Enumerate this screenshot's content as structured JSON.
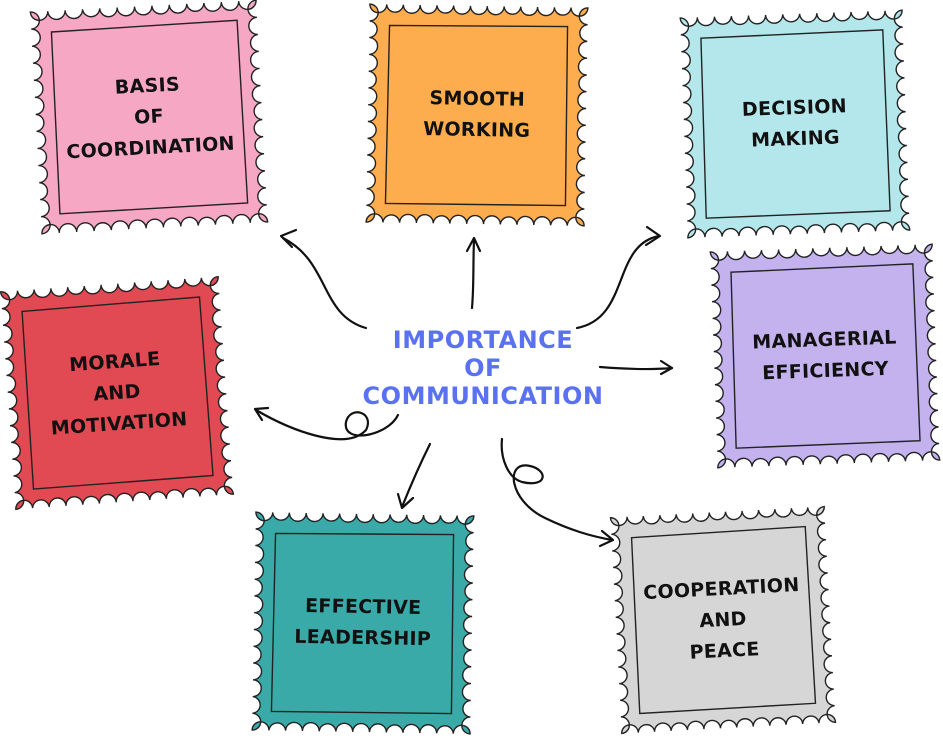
{
  "center": {
    "title": "IMPORTANCE\nOF\nCOMMUNICATION",
    "color": "#5a72f0"
  },
  "stamps": [
    {
      "id": "basis-of-coordination",
      "label": "BASIS\nOF\nCOORDINATION",
      "color": "#f6a7c4"
    },
    {
      "id": "smooth-working",
      "label": "SMOOTH\nWORKING",
      "color": "#fdad4e"
    },
    {
      "id": "decision-making",
      "label": "DECISION\nMAKING",
      "color": "#b4e7ec"
    },
    {
      "id": "managerial-efficiency",
      "label": "MANAGERIAL\nEFFICIENCY",
      "color": "#c3b2ee"
    },
    {
      "id": "morale-and-motivation",
      "label": "MORALE\nAND\nMOTIVATION",
      "color": "#e14a52"
    },
    {
      "id": "effective-leadership",
      "label": "EFFECTIVE\nLEADERSHIP",
      "color": "#3aaaa9"
    },
    {
      "id": "cooperation-and-peace",
      "label": "COOPERATION\nAND\nPEACE",
      "color": "#d6d6d6"
    }
  ]
}
